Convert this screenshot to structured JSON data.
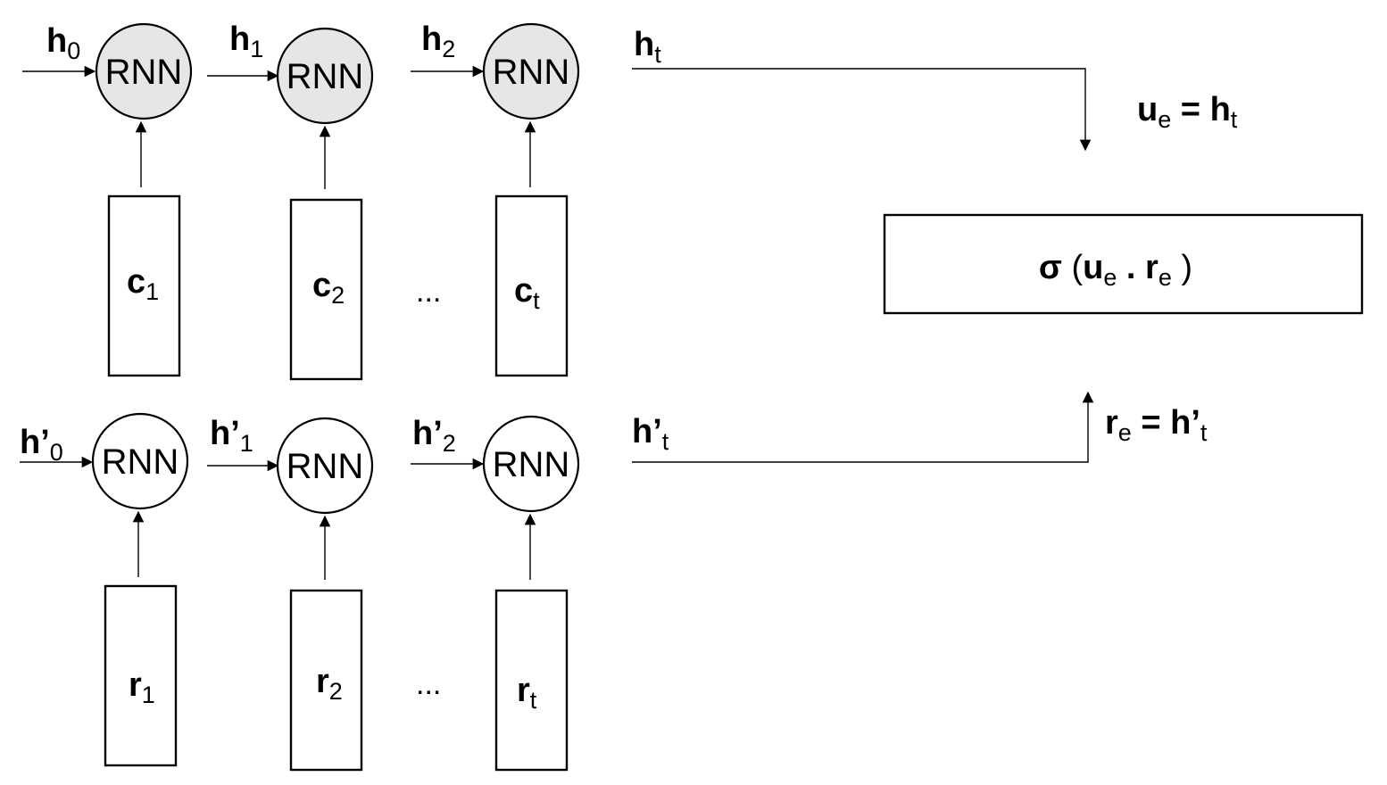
{
  "node_label": "RNN",
  "top_row": {
    "state_labels": [
      {
        "base": "h",
        "sub": "0"
      },
      {
        "base": "h",
        "sub": "1"
      },
      {
        "base": "h",
        "sub": "2"
      }
    ],
    "input_labels": [
      {
        "base": "c",
        "sub": "1"
      },
      {
        "base": "c",
        "sub": "2"
      },
      {
        "base": "c",
        "sub": "t"
      }
    ],
    "final_state": {
      "base": "h",
      "sub": "t"
    },
    "ellipsis": "..."
  },
  "bottom_row": {
    "state_labels": [
      {
        "base": "h’",
        "sub": "0"
      },
      {
        "base": "h’",
        "sub": "1"
      },
      {
        "base": "h’",
        "sub": "2"
      }
    ],
    "input_labels": [
      {
        "base": "r",
        "sub": "1"
      },
      {
        "base": "r",
        "sub": "2"
      },
      {
        "base": "r",
        "sub": "t"
      }
    ],
    "final_state": {
      "base": "h’",
      "sub": "t"
    },
    "ellipsis": "..."
  },
  "equations": {
    "ue": {
      "lhs": "u",
      "lhs_sub": "e",
      "eq": " = ",
      "rhs": "h",
      "rhs_sub": "t"
    },
    "re": {
      "lhs": "r",
      "lhs_sub": "e",
      "eq": " = ",
      "rhs": "h’",
      "rhs_sub": "t"
    }
  },
  "output_box": {
    "sigma": "σ",
    "open": " (",
    "u": "u",
    "u_sub": "e",
    "dot": " . ",
    "r": "r",
    "r_sub": "e",
    "close": " )"
  },
  "colors": {
    "node_top_fill": "#e6e6e6",
    "node_bottom_fill": "#ffffff",
    "stroke": "#000000"
  }
}
